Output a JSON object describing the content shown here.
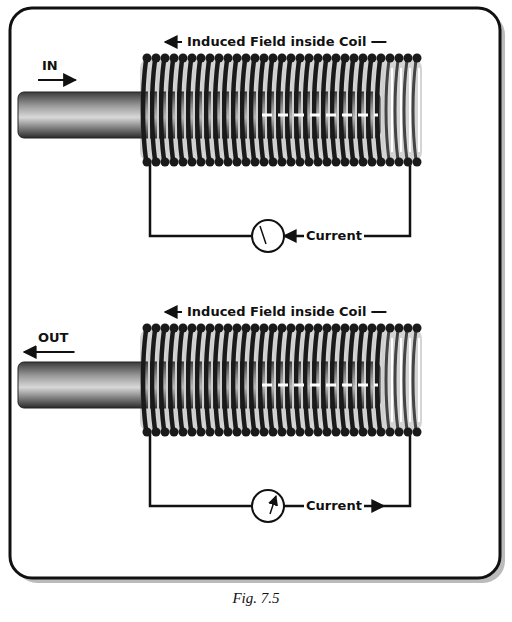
{
  "diagram": {
    "caption": "Fig. 7.5",
    "labels": [
      "IN",
      "Induced Field inside Coil",
      "Current",
      "OUT",
      "Induced Field inside Coil",
      "Current"
    ]
  }
}
